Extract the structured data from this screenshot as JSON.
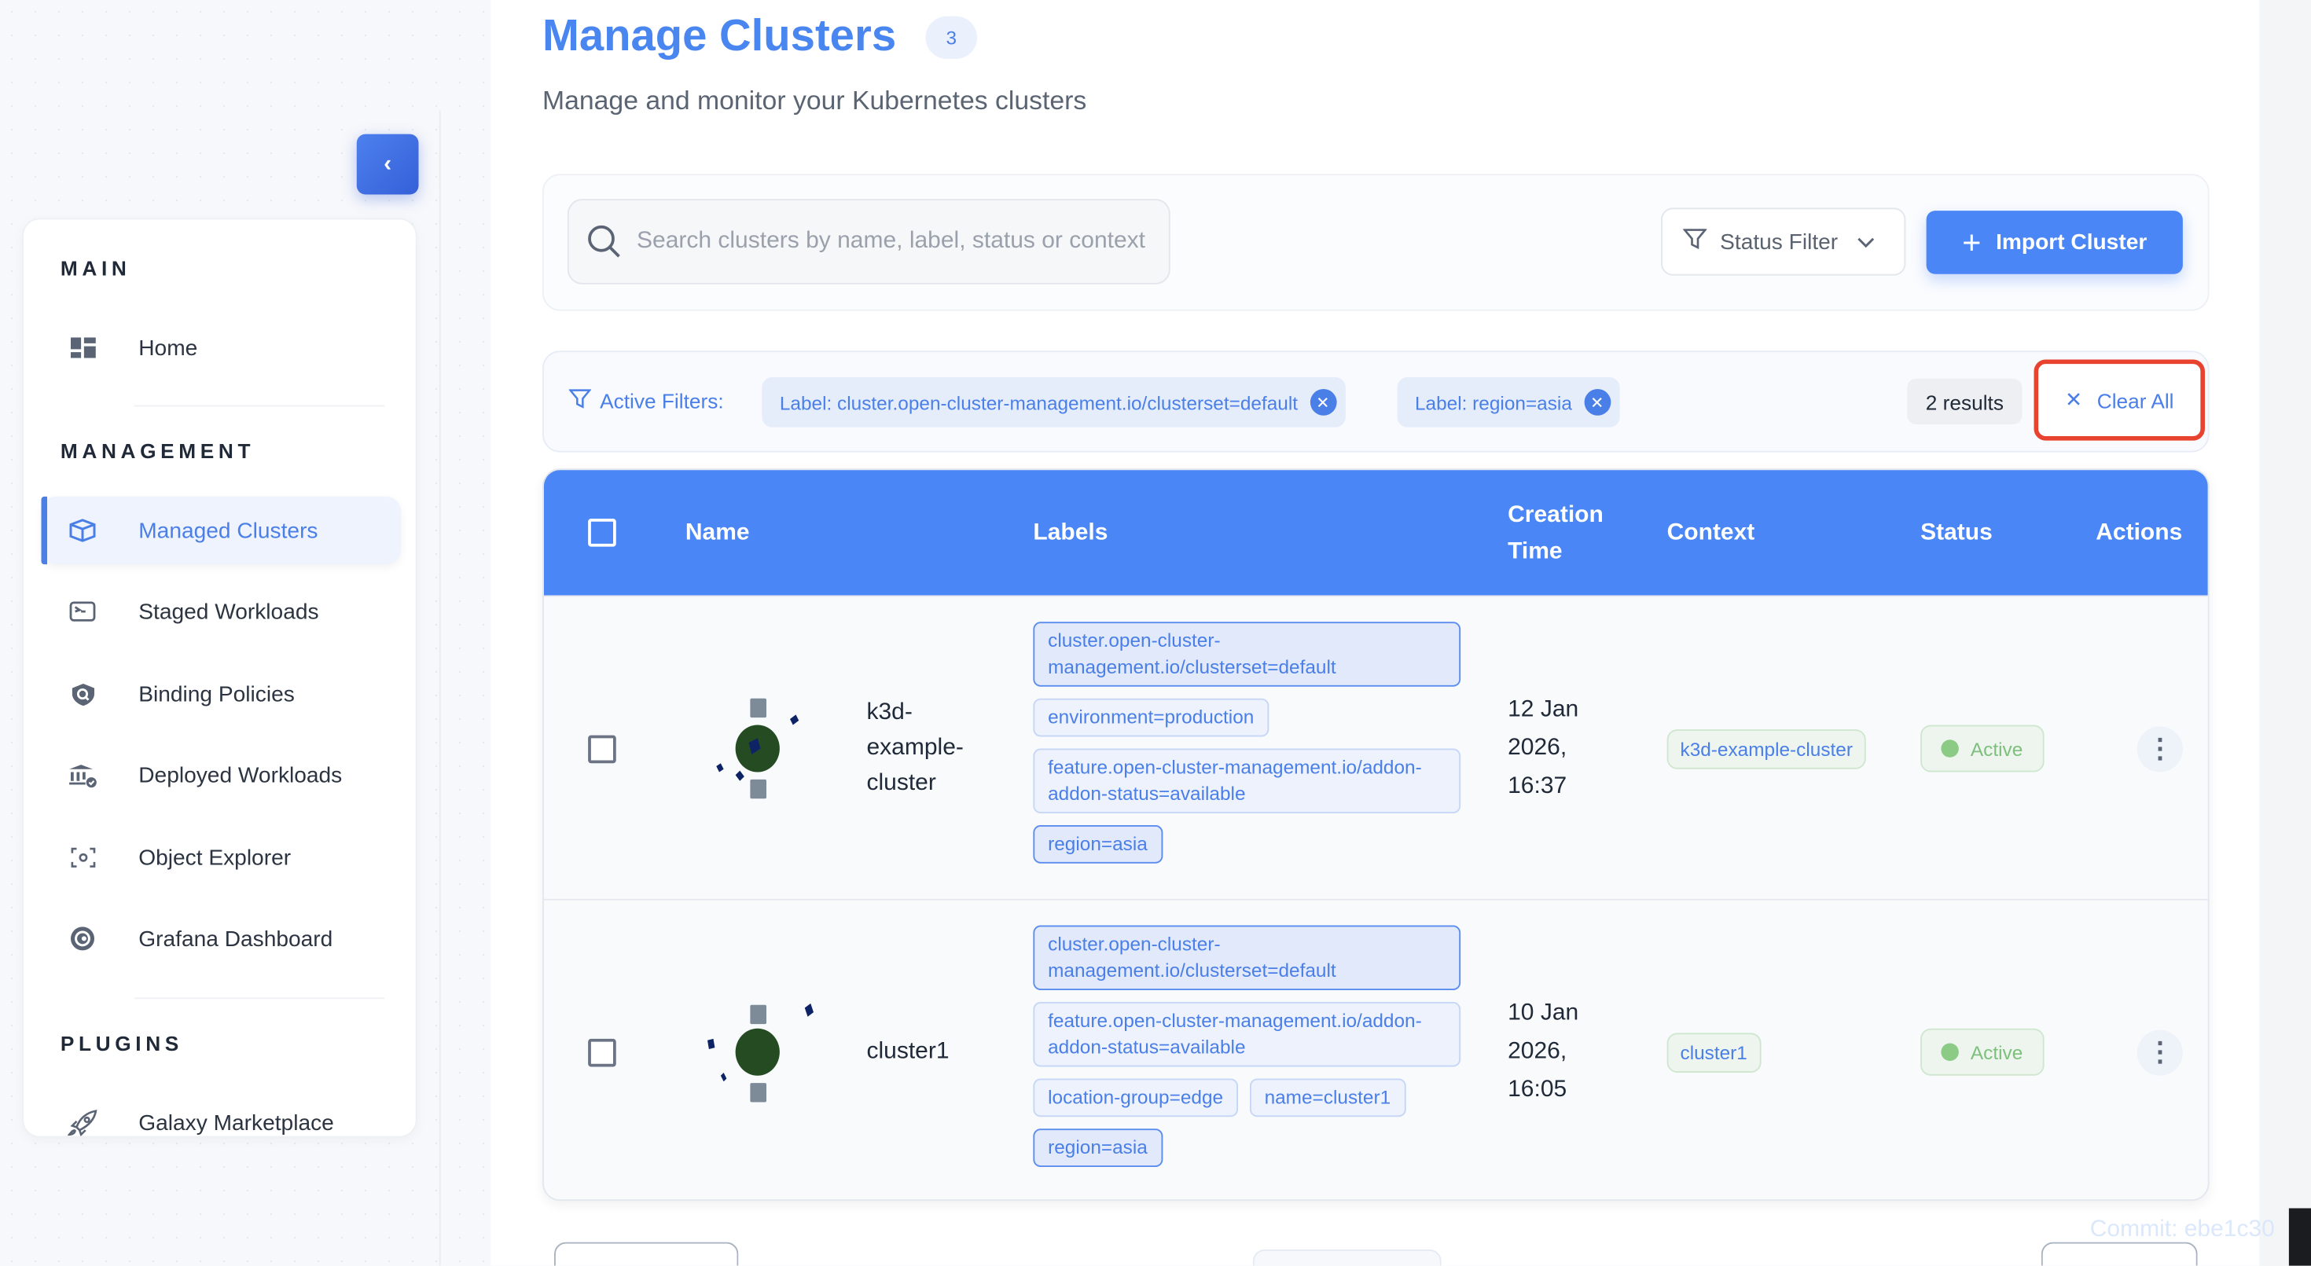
{
  "sidebar": {
    "collapse_icon": "chevron-left",
    "sections": [
      {
        "title": "MAIN",
        "items": [
          {
            "label": "Home",
            "icon": "dashboard-icon"
          }
        ]
      },
      {
        "title": "MANAGEMENT",
        "items": [
          {
            "label": "Managed Clusters",
            "icon": "cube-icon",
            "active": true
          },
          {
            "label": "Staged Workloads",
            "icon": "terminal-icon"
          },
          {
            "label": "Binding Policies",
            "icon": "shield-search-icon"
          },
          {
            "label": "Deployed Workloads",
            "icon": "bank-check-icon"
          },
          {
            "label": "Object Explorer",
            "icon": "scan-icon"
          },
          {
            "label": "Grafana Dashboard",
            "icon": "grafana-icon"
          }
        ]
      },
      {
        "title": "PLUGINS",
        "items": [
          {
            "label": "Galaxy Marketplace",
            "icon": "rocket-icon"
          }
        ]
      }
    ]
  },
  "header": {
    "title": "Manage Clusters",
    "count": "3",
    "subtitle": "Manage and monitor your Kubernetes clusters"
  },
  "toolbar": {
    "search_placeholder": "Search clusters by name, label, status or context",
    "search_value": "",
    "status_filter": "Status Filter",
    "import_label": "Import Cluster"
  },
  "filters": {
    "label": "Active Filters:",
    "chips": [
      "Label: cluster.open-cluster-management.io/clusterset=default",
      "Label: region=asia"
    ],
    "results": "2 results",
    "clear_all": "Clear All",
    "highlight_color": "#e8432e"
  },
  "table": {
    "columns": [
      "Name",
      "Labels",
      "Creation Time",
      "Context",
      "Status",
      "Actions"
    ],
    "header_color": "#4a86f5",
    "rows": [
      {
        "name": "k3d-example-cluster",
        "labels": [
          {
            "text": "cluster.open-cluster-management.io/clusterset=default",
            "highlighted": true
          },
          {
            "text": "environment=production",
            "highlighted": false
          },
          {
            "text": "feature.open-cluster-management.io/addon-addon-status=available",
            "highlighted": false
          },
          {
            "text": "region=asia",
            "highlighted": true
          }
        ],
        "creation_time": "12 Jan 2026, 16:37",
        "context": "k3d-example-cluster",
        "status": "Active"
      },
      {
        "name": "cluster1",
        "labels": [
          {
            "text": "cluster.open-cluster-management.io/clusterset=default",
            "highlighted": true
          },
          {
            "text": "feature.open-cluster-management.io/addon-addon-status=available",
            "highlighted": false
          },
          {
            "text": "location-group=edge",
            "highlighted": false
          },
          {
            "text": "name=cluster1",
            "highlighted": false
          },
          {
            "text": "region=asia",
            "highlighted": true
          }
        ],
        "creation_time": "10 Jan 2026, 16:05",
        "context": "cluster1",
        "status": "Active"
      }
    ]
  },
  "footer": {
    "commit": "Commit: ebe1c30"
  }
}
